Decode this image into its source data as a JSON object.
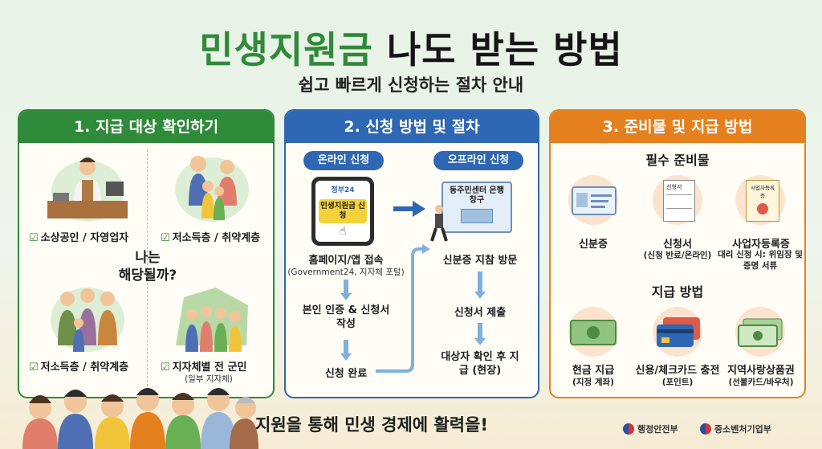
{
  "header": {
    "title_green": "민생지원금",
    "title_black": "나도 받는 방법",
    "subtitle": "쉽고 빠르게 신청하는 절차 안내"
  },
  "panel1": {
    "heading": "1. 지급 대상 확인하기",
    "items": [
      {
        "label": "소상공인 / 자영업자",
        "sub": ""
      },
      {
        "label": "저소득층 / 취약계층",
        "sub": ""
      },
      {
        "label": "저소득층 / 취약계층",
        "sub": ""
      },
      {
        "label": "지자체별 전 군민",
        "sub": "(일부 지자체)"
      }
    ],
    "question_line1": "나는",
    "question_line2": "해당될까?"
  },
  "panel2": {
    "heading": "2. 신청 방법 및 절차",
    "online_label": "온라인 신청",
    "offline_label": "오프라인 신청",
    "phone_app": "정부24",
    "phone_button": "민생지원금 신청",
    "office_sign": "동주민센터 은행창구",
    "online_steps": [
      {
        "text": "홈페이지/앱 접속",
        "sub": "(Government24, 지자체 포털)"
      },
      {
        "text": "본인 인증 & 신청서 작성",
        "sub": ""
      },
      {
        "text": "신청 완료",
        "sub": ""
      }
    ],
    "offline_steps": [
      {
        "text": "신분증 지참 방문",
        "sub": ""
      },
      {
        "text": "신청서 제출",
        "sub": ""
      },
      {
        "text": "대상자 확인 후 지급 (현장)",
        "sub": ""
      }
    ]
  },
  "panel3": {
    "heading": "3. 준비물 및 지급 방법",
    "required_title": "필수 준비물",
    "required": [
      {
        "label": "신분증",
        "sub": "",
        "icon": "id-card-icon"
      },
      {
        "label": "신청서",
        "sub": "(신청 반료/온라인)",
        "icon": "form-icon"
      },
      {
        "label": "사업자등록증",
        "sub": "대리 신청 시: 위임장 및 증명 서류",
        "icon": "certificate-icon"
      }
    ],
    "required_doc_texts": {
      "form": "신청서",
      "certificate": "사업자등록증"
    },
    "payment_title": "지급 방법",
    "payment": [
      {
        "label": "현금 지급",
        "sub": "(지정 계좌)",
        "icon": "cash-icon"
      },
      {
        "label": "신용/체크카드 충전",
        "sub": "(포인트)",
        "icon": "credit-card-icon"
      },
      {
        "label": "지역사랑상품권",
        "sub": "(선불카드/바우처)",
        "icon": "gift-voucher-icon"
      }
    ]
  },
  "footer": {
    "slogan": "지원을 통해 민생 경제에 활력을!",
    "logo1": "행정안전부",
    "logo2": "중소벤처기업부"
  },
  "colors": {
    "green": "#2f8a3a",
    "blue": "#2e67b3",
    "orange": "#e5801e"
  }
}
